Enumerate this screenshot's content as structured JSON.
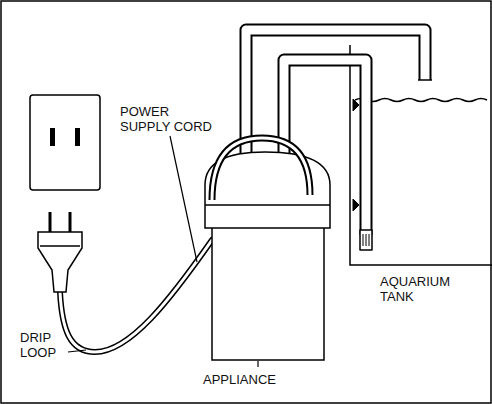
{
  "diagram": {
    "labels": [
      "POWER SUPPLY CORD",
      "DRIP LOOP",
      "APPLIANCE",
      "AQUARIUM TANK"
    ]
  }
}
